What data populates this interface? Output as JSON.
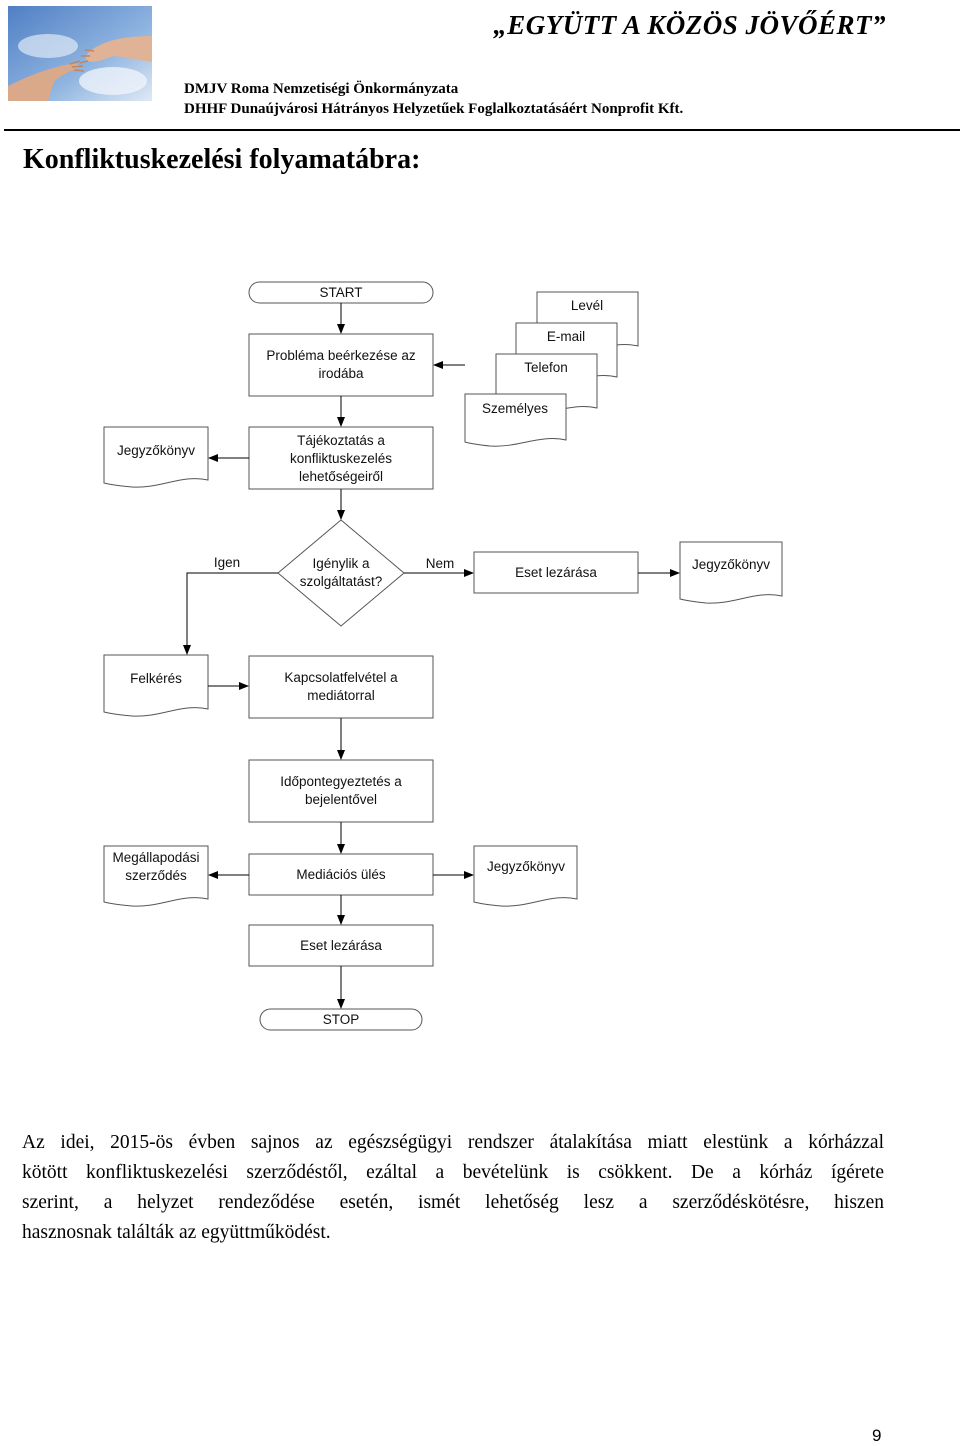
{
  "header": {
    "slogan": "„EGYÜTT A KÖZÖS JÖVŐÉRT”",
    "org_line1": "DMJV Roma Nemzetiségi Önkormányzata",
    "org_line2": "DHHF Dunaújvárosi Hátrányos Helyzetűek Foglalkoztatásáért Nonprofit Kft.",
    "logo_icon": "hands-reaching-logo"
  },
  "title": "Konfliktuskezelési folyamatábra:",
  "flowchart": {
    "start": "START",
    "problem_l1": "Probléma beérkezése az",
    "problem_l2": "irodába",
    "channels": [
      "Levél",
      "E-mail",
      "Telefon",
      "Személyes"
    ],
    "info_l1": "Tájékoztatás a",
    "info_l2": "konfliktuskezelés",
    "info_l3": "lehetőségeiről",
    "record_left": "Jegyzőkönyv",
    "decision_l1": "Igénylik a",
    "decision_l2": "szolgáltatást?",
    "yes": "Igen",
    "no": "Nem",
    "close_right": "Eset lezárása",
    "record_right": "Jegyzőkönyv",
    "request": "Felkérés",
    "contact_l1": "Kapcsolatfelvétel a",
    "contact_l2": "mediátorral",
    "schedule_l1": "Időpontegyeztetés a",
    "schedule_l2": "bejelentővel",
    "agreement_l1": "Megállapodási",
    "agreement_l2": "szerződés",
    "mediation": "Mediációs ülés",
    "record_mediation": "Jegyzőkönyv",
    "close_bottom": "Eset lezárása",
    "stop": "STOP"
  },
  "paragraph": {
    "line1": "Az idei, 2015-ös évben sajnos az egészségügyi rendszer átalakítása miatt elestünk a kórházzal",
    "line2": "kötött konfliktuskezelési szerződéstől, ezáltal a bevételünk is csökkent. De a kórház ígérete",
    "line3": "szerint, a helyzet rendeződése esetén, ismét lehetőség lesz a szerződéskötésre, hiszen",
    "line4": "hasznosnak találták az együttműködést."
  },
  "page_number": "9"
}
